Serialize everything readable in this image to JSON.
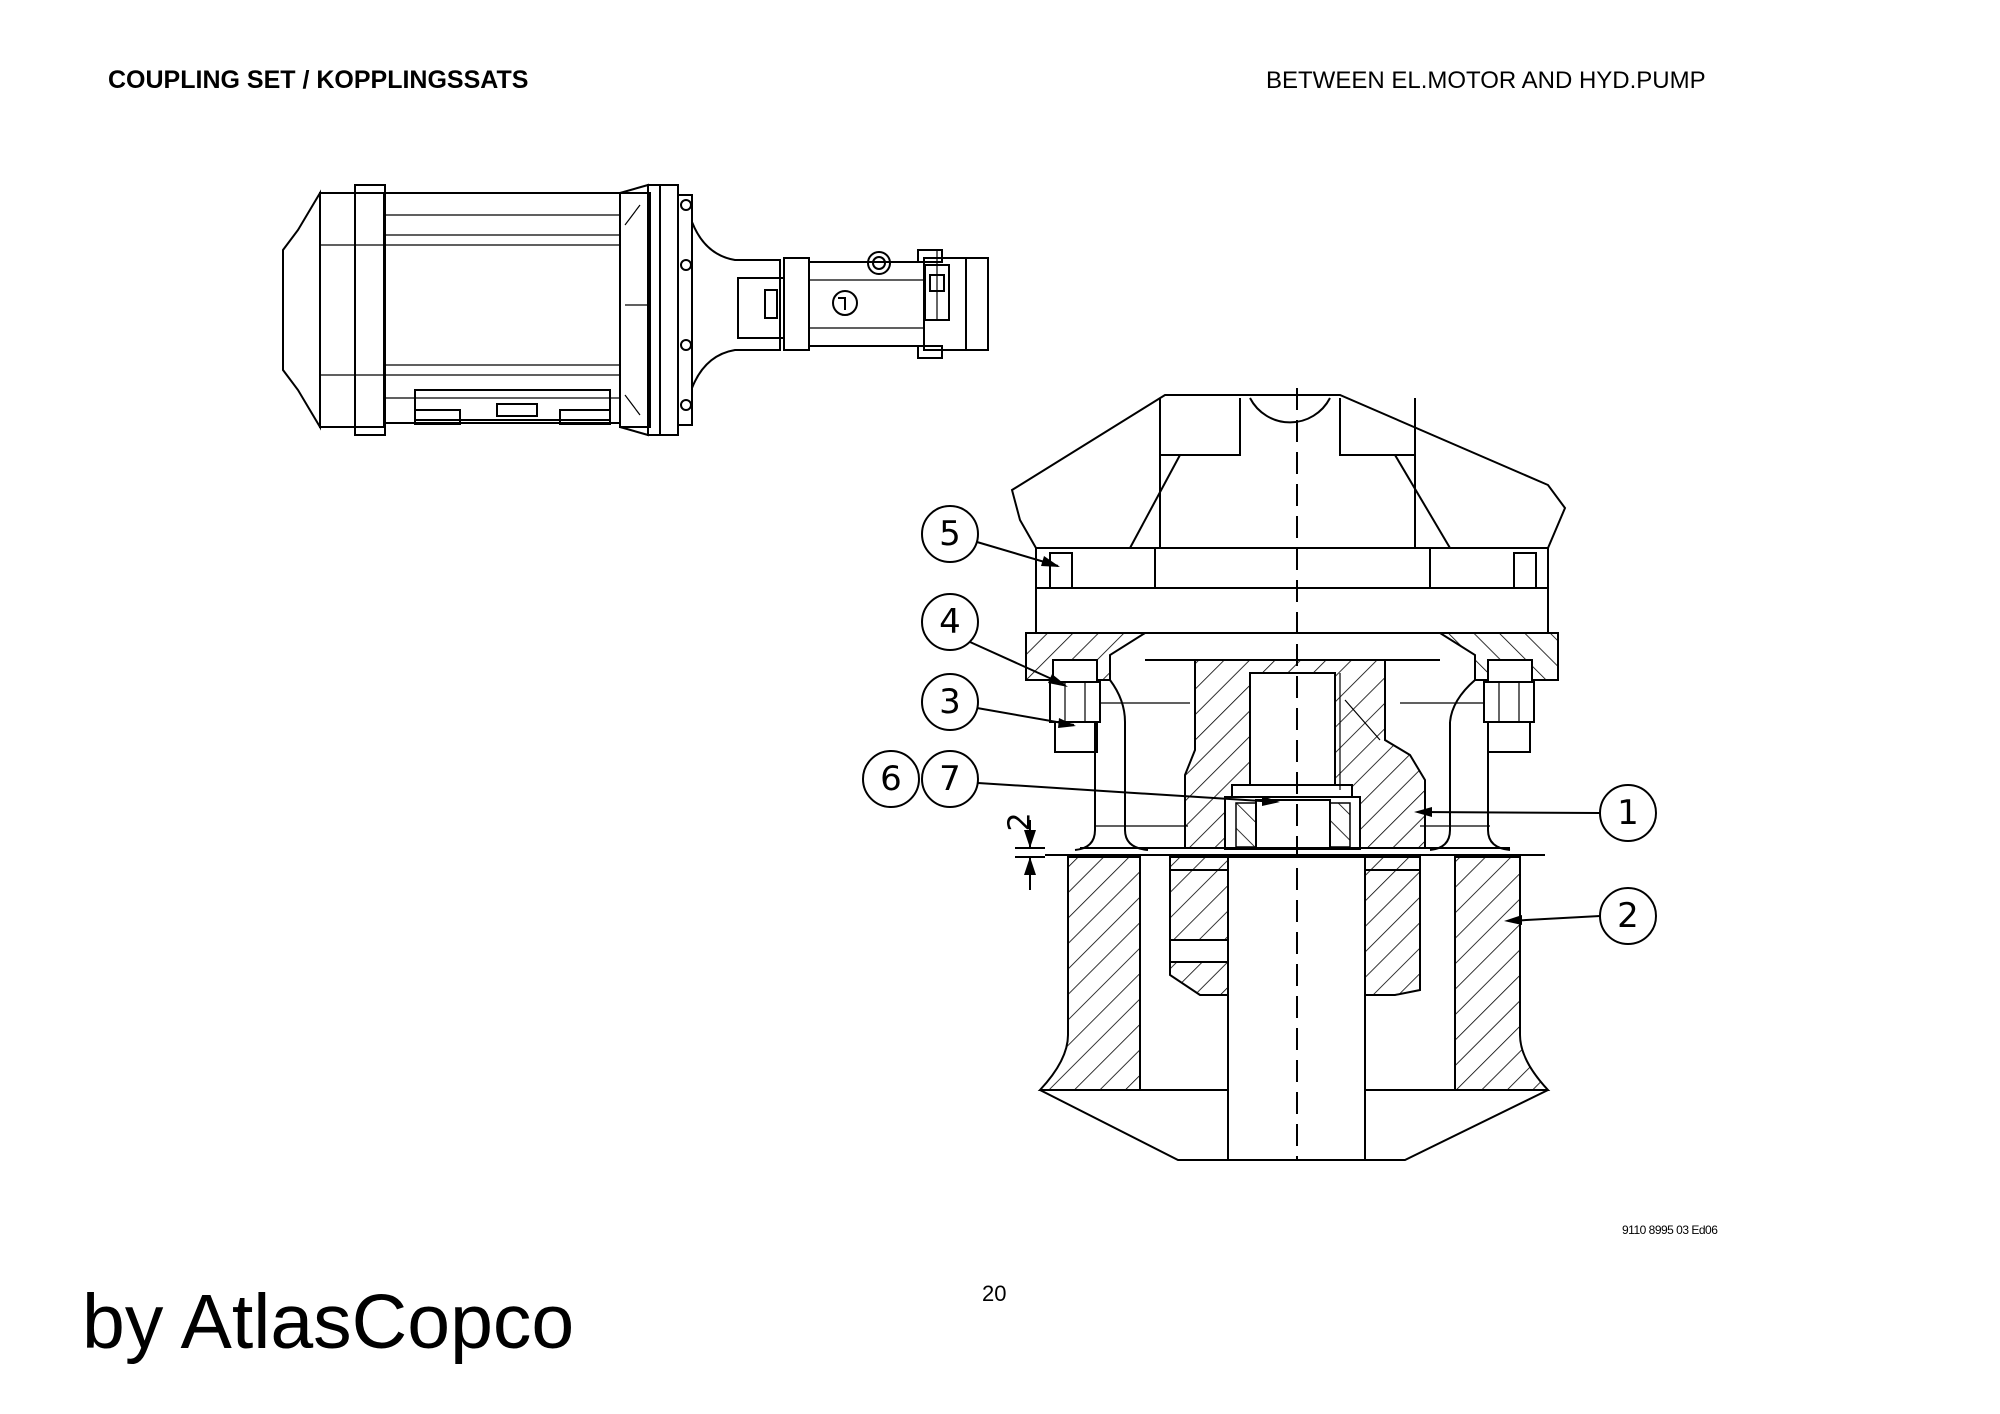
{
  "header": {
    "title": "COUPLING SET / KOPPLINGSSATS",
    "subtitle": "BETWEEN EL.MOTOR AND HYD.PUMP"
  },
  "drawing": {
    "callouts": [
      "1",
      "2",
      "3",
      "4",
      "5",
      "6",
      "7"
    ],
    "dimension_value": "2",
    "document_number": "9110 8995 03 Ed06"
  },
  "footer": {
    "page_number": "20",
    "brand": "by AtlasCopco"
  }
}
